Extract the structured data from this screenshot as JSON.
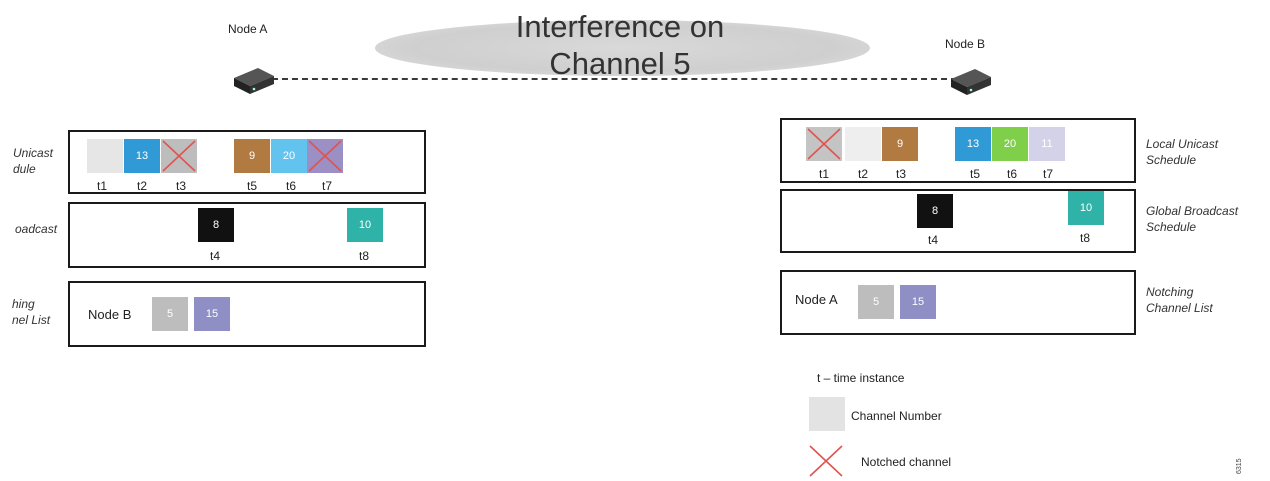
{
  "header": {
    "title_line1": "Interference on",
    "title_line2": "Channel 5"
  },
  "nodes": {
    "a_label": "Node A",
    "b_label": "Node B"
  },
  "left": {
    "row_labels": {
      "unicast": [
        "Unicast",
        "dule"
      ],
      "broadcast": [
        "oadcast"
      ],
      "notching": [
        "hing",
        "nel List"
      ]
    },
    "unicast_slots": [
      {
        "t": "t1",
        "ch": "",
        "color": "#e6e6e6",
        "notched": false
      },
      {
        "t": "t2",
        "ch": "13",
        "color": "#2f9ad6",
        "notched": false
      },
      {
        "t": "t3",
        "ch": "",
        "color": "#bdbdbd",
        "notched": true
      },
      {
        "t": "t5",
        "ch": "9",
        "color": "#b07a40",
        "notched": false
      },
      {
        "t": "t6",
        "ch": "20",
        "color": "#62c3ef",
        "notched": false
      },
      {
        "t": "t7",
        "ch": "",
        "color": "#9b8fc4",
        "notched": true
      }
    ],
    "broadcast_slots": [
      {
        "t": "t4",
        "ch": "8",
        "color": "#111111"
      },
      {
        "t": "t8",
        "ch": "10",
        "color": "#2fb3a8"
      }
    ],
    "notch_node": "Node B",
    "notch_channels": [
      {
        "ch": "5",
        "color": "#bdbdbd"
      },
      {
        "ch": "15",
        "color": "#8f8fc6"
      }
    ]
  },
  "right": {
    "row_labels": {
      "unicast": [
        "Local Unicast",
        "Schedule"
      ],
      "broadcast": [
        "Global Broadcast",
        "Schedule"
      ],
      "notching": [
        "Notching",
        "Channel List"
      ]
    },
    "unicast_slots": [
      {
        "t": "t1",
        "ch": "",
        "color": "#c4c4c4",
        "notched": true
      },
      {
        "t": "t2",
        "ch": "",
        "color": "#eeeeee",
        "notched": false
      },
      {
        "t": "t3",
        "ch": "9",
        "color": "#b07a40",
        "notched": false
      },
      {
        "t": "t5",
        "ch": "13",
        "color": "#2f9ad6",
        "notched": false
      },
      {
        "t": "t6",
        "ch": "20",
        "color": "#7fcf4a",
        "notched": false
      },
      {
        "t": "t7",
        "ch": "11",
        "color": "#d4d2e8",
        "notched": false
      }
    ],
    "broadcast_slots": [
      {
        "t": "t4",
        "ch": "8",
        "color": "#111111"
      },
      {
        "t": "t8",
        "ch": "10",
        "color": "#2fb3a8"
      }
    ],
    "notch_node": "Node A",
    "notch_channels": [
      {
        "ch": "5",
        "color": "#bdbdbd"
      },
      {
        "ch": "15",
        "color": "#8f8fc6"
      }
    ]
  },
  "legend": {
    "time_text": "t – time instance",
    "channel_text": "Channel Number",
    "notched_text": "Notched channel",
    "channel_swatch": "#e3e3e3",
    "cross_color": "#e0534f"
  },
  "figure_number": "6315"
}
